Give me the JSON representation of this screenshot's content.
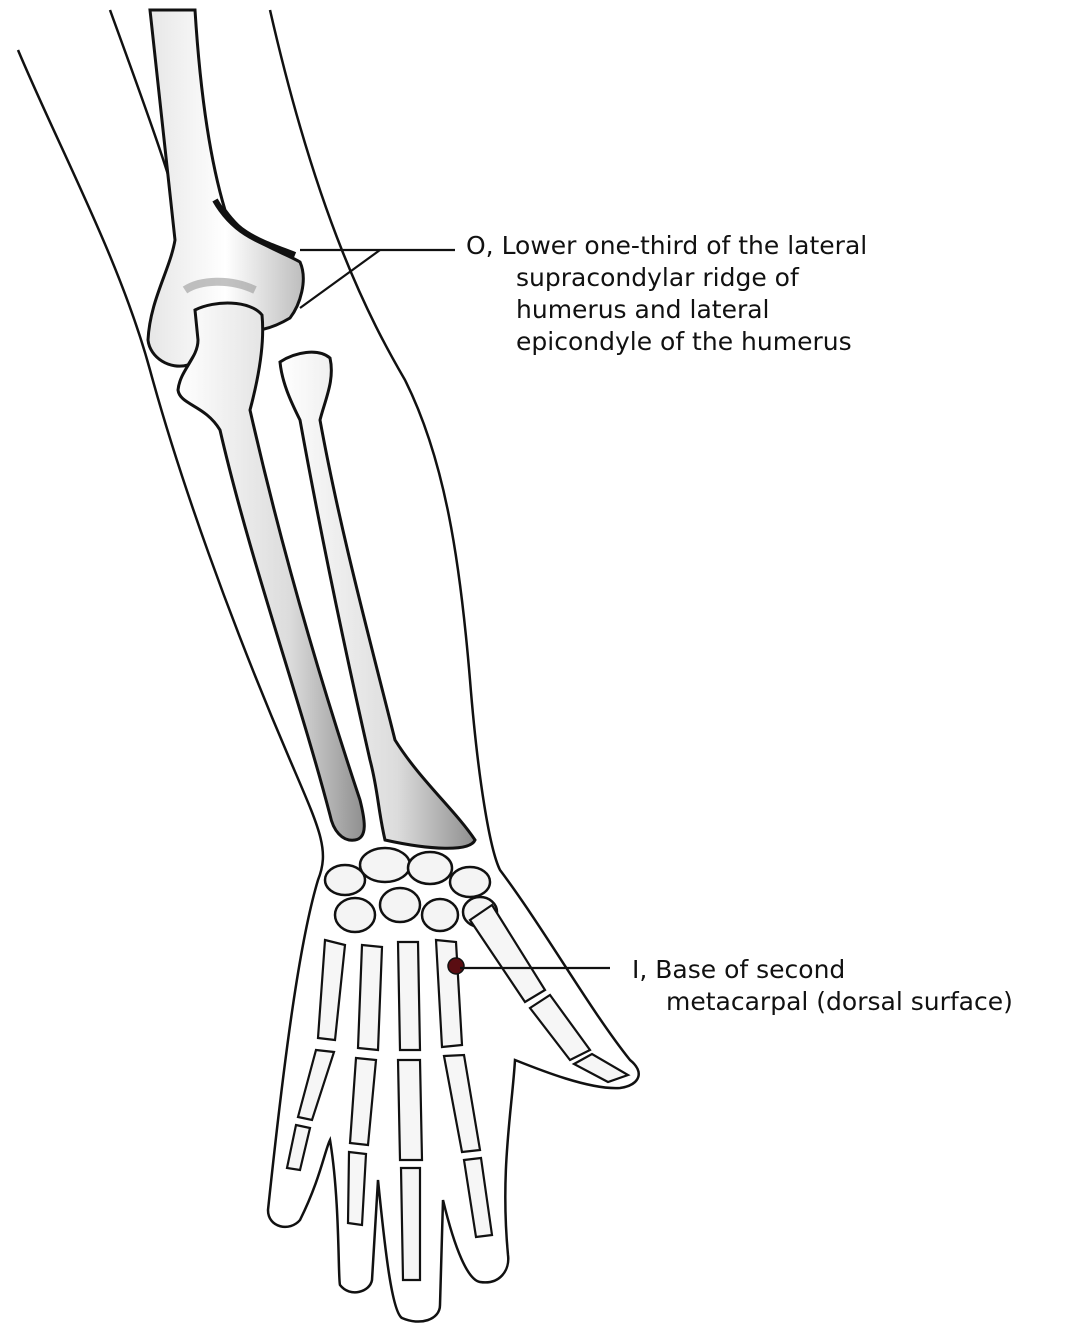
{
  "annotations": {
    "origin": {
      "lines": [
        "O, Lower one-third of the lateral",
        "supracondylar ridge of",
        "humerus and lateral",
        "epicondyle of the humerus"
      ]
    },
    "insertion": {
      "lines": [
        "I, Base of second",
        "metacarpal (dorsal surface)"
      ]
    }
  },
  "colors": {
    "ink": "#111111",
    "insertion_marker": "#5a0d12",
    "shade": "#9a9a9a"
  }
}
